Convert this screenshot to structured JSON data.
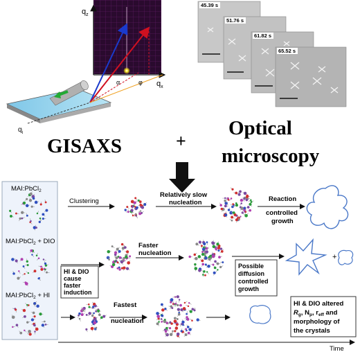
{
  "top": {
    "gisaxs_label": "GISAXS",
    "plus": "+",
    "optical_label_line1": "Optical",
    "optical_label_line2": "microscopy",
    "axis_qz": "q",
    "axis_qz_sub": "z",
    "axis_qx": "q",
    "axis_qx_sub": "x",
    "axis_qi": "q",
    "axis_qi_sub": "i",
    "angle_alpha": "α",
    "angle_phi": "φ",
    "frames": [
      {
        "time": "45.39 s"
      },
      {
        "time": "51.76 s"
      },
      {
        "time": "61.82 s"
      },
      {
        "time": "65.52 s"
      }
    ]
  },
  "flow": {
    "left_labels": [
      {
        "main": "MAI:PbCl",
        "sub": "2",
        "suffix": ""
      },
      {
        "main": "MAI:PbCl",
        "sub": "2",
        "suffix": " + DIO"
      },
      {
        "main": "MAI:PbCl",
        "sub": "2",
        "suffix": " + HI"
      }
    ],
    "row1": {
      "clustering": "Clustering",
      "slow_line1": "Relatively slow",
      "slow_line2": "nucleation",
      "growth_line1": "Reaction",
      "growth_line2": "controlled",
      "growth_line3": "growth"
    },
    "row2": {
      "induction_line1": "HI & DIO",
      "induction_line2": "cause",
      "induction_line3": "faster",
      "induction_line4": "induction",
      "faster_line1": "Faster",
      "faster_line2": "nucleation",
      "diff_line1": "Possible",
      "diff_line2": "diffusion",
      "diff_line3": "controlled",
      "diff_line4": "growth",
      "plus": "+"
    },
    "row3": {
      "fastest_line1": "Fastest",
      "fastest_line2": "nucleation"
    },
    "summary": {
      "line1": "HI & DIO altered",
      "line2_parts": [
        "R",
        "g",
        ", N",
        "p",
        ", r",
        "eff",
        " and"
      ],
      "line3": "morphology of",
      "line4": "the crystals"
    },
    "time_label": "Time"
  },
  "colors": {
    "detector_bg": "#2a0a2e",
    "arrow_blue": "#1a3acc",
    "arrow_red": "#d01020",
    "crystal_outline": "#4a78c8",
    "box_border": "#333333"
  }
}
